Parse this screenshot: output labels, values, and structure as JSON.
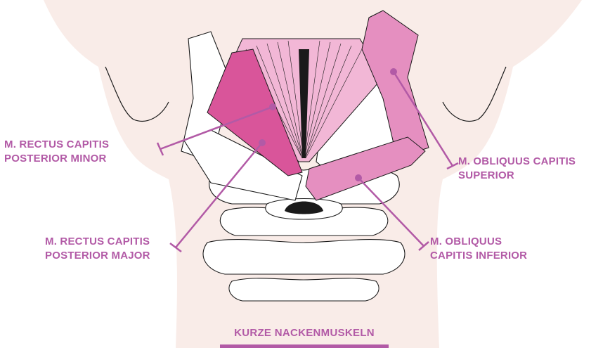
{
  "colors": {
    "accent": "#b25aa6",
    "skin": "#f9ece8",
    "muscle_light": "#f2b7d6",
    "muscle_mid": "#e58fc0",
    "muscle_dark": "#d9559a",
    "outline": "#1a1a1a"
  },
  "labels": {
    "rectus_minor": {
      "line1": "M. RECTUS CAPITIS",
      "line2": "POSTERIOR MINOR"
    },
    "rectus_major": {
      "line1": "M. RECTUS CAPITIS",
      "line2": "POSTERIOR MAJOR"
    },
    "obliquus_superior": {
      "line1": "M. OBLIQUUS CAPITIS",
      "line2": "SUPERIOR"
    },
    "obliquus_inferior": {
      "line1": "M. OBLIQUUS",
      "line2": "CAPITIS INFERIOR"
    }
  },
  "caption": "KURZE NACKENMUSKELN"
}
